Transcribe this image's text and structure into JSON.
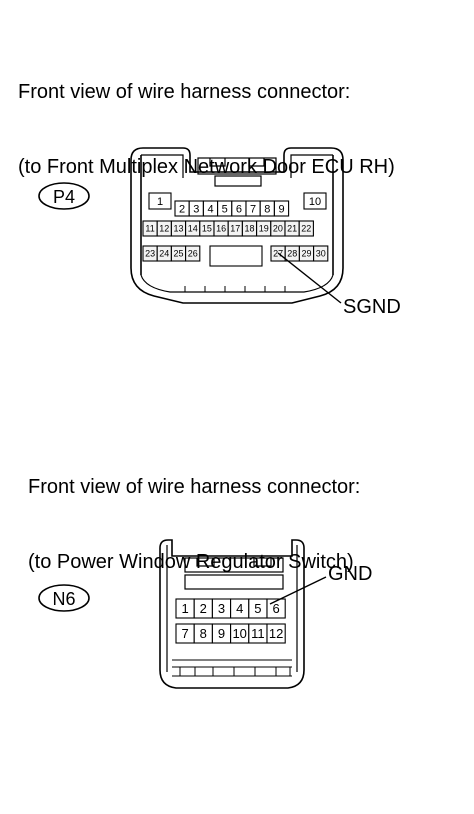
{
  "connector1": {
    "caption_line1": "Front view of wire harness connector:",
    "caption_line2": "(to Front Multiplex Network Door ECU RH)",
    "code": "P4",
    "pins": [
      "1",
      "2",
      "3",
      "4",
      "5",
      "6",
      "7",
      "8",
      "9",
      "10",
      "11",
      "12",
      "13",
      "14",
      "15",
      "16",
      "17",
      "18",
      "19",
      "20",
      "21",
      "22",
      "23",
      "24",
      "25",
      "26",
      "27",
      "28",
      "29",
      "30"
    ],
    "callout": "SGND"
  },
  "connector2": {
    "caption_line1": "Front view of wire harness connector:",
    "caption_line2": "(to Power Window Regulator Switch)",
    "code": "N6",
    "pins": [
      "1",
      "2",
      "3",
      "4",
      "5",
      "6",
      "7",
      "8",
      "9",
      "10",
      "11",
      "12"
    ],
    "callout": "GND"
  }
}
